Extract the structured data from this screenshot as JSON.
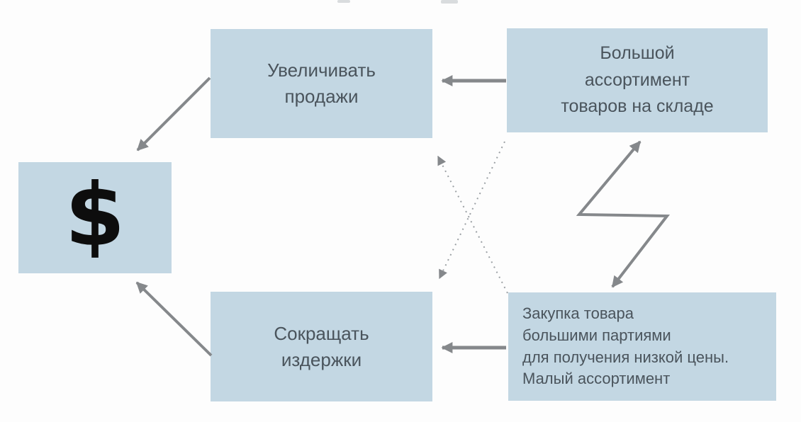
{
  "diagram": {
    "boxes": {
      "money": {
        "symbol": "$"
      },
      "sales": {
        "lines": [
          "Увеличивать",
          "продажи"
        ]
      },
      "assortment": {
        "lines": [
          "Большой",
          "ассортимент",
          "товаров на складе"
        ]
      },
      "costs": {
        "lines": [
          "Сокращать",
          "издержки"
        ]
      },
      "purchase": {
        "lines": [
          "Закупка товара",
          "большими партиями",
          "для получения низкой цены.",
          "Малый ассортимент"
        ]
      }
    },
    "edges": [
      {
        "id": "assortment-to-sales",
        "from": "assortment",
        "to": "sales",
        "style": "solid",
        "bidirectional": false
      },
      {
        "id": "purchase-to-costs",
        "from": "purchase",
        "to": "costs",
        "style": "solid",
        "bidirectional": false
      },
      {
        "id": "sales-to-money",
        "from": "sales",
        "to": "money",
        "style": "solid",
        "bidirectional": false
      },
      {
        "id": "costs-to-money",
        "from": "costs",
        "to": "money",
        "style": "solid",
        "bidirectional": false
      },
      {
        "id": "assortment-purchase-link",
        "from": "assortment",
        "to": "purchase",
        "style": "zigzag",
        "bidirectional": true
      },
      {
        "id": "assortment-to-costs",
        "from": "assortment",
        "to": "costs",
        "style": "dashed",
        "bidirectional": false
      },
      {
        "id": "purchase-to-sales",
        "from": "purchase",
        "to": "sales",
        "style": "dashed",
        "bidirectional": false
      }
    ],
    "colors": {
      "box_fill": "#c3d7e3",
      "text": "#4a545c",
      "arrow": "#85888b",
      "dashed_arrow": "#9ba0a4",
      "money_symbol": "#0d0d0d",
      "background": "#fdfdfd"
    }
  }
}
